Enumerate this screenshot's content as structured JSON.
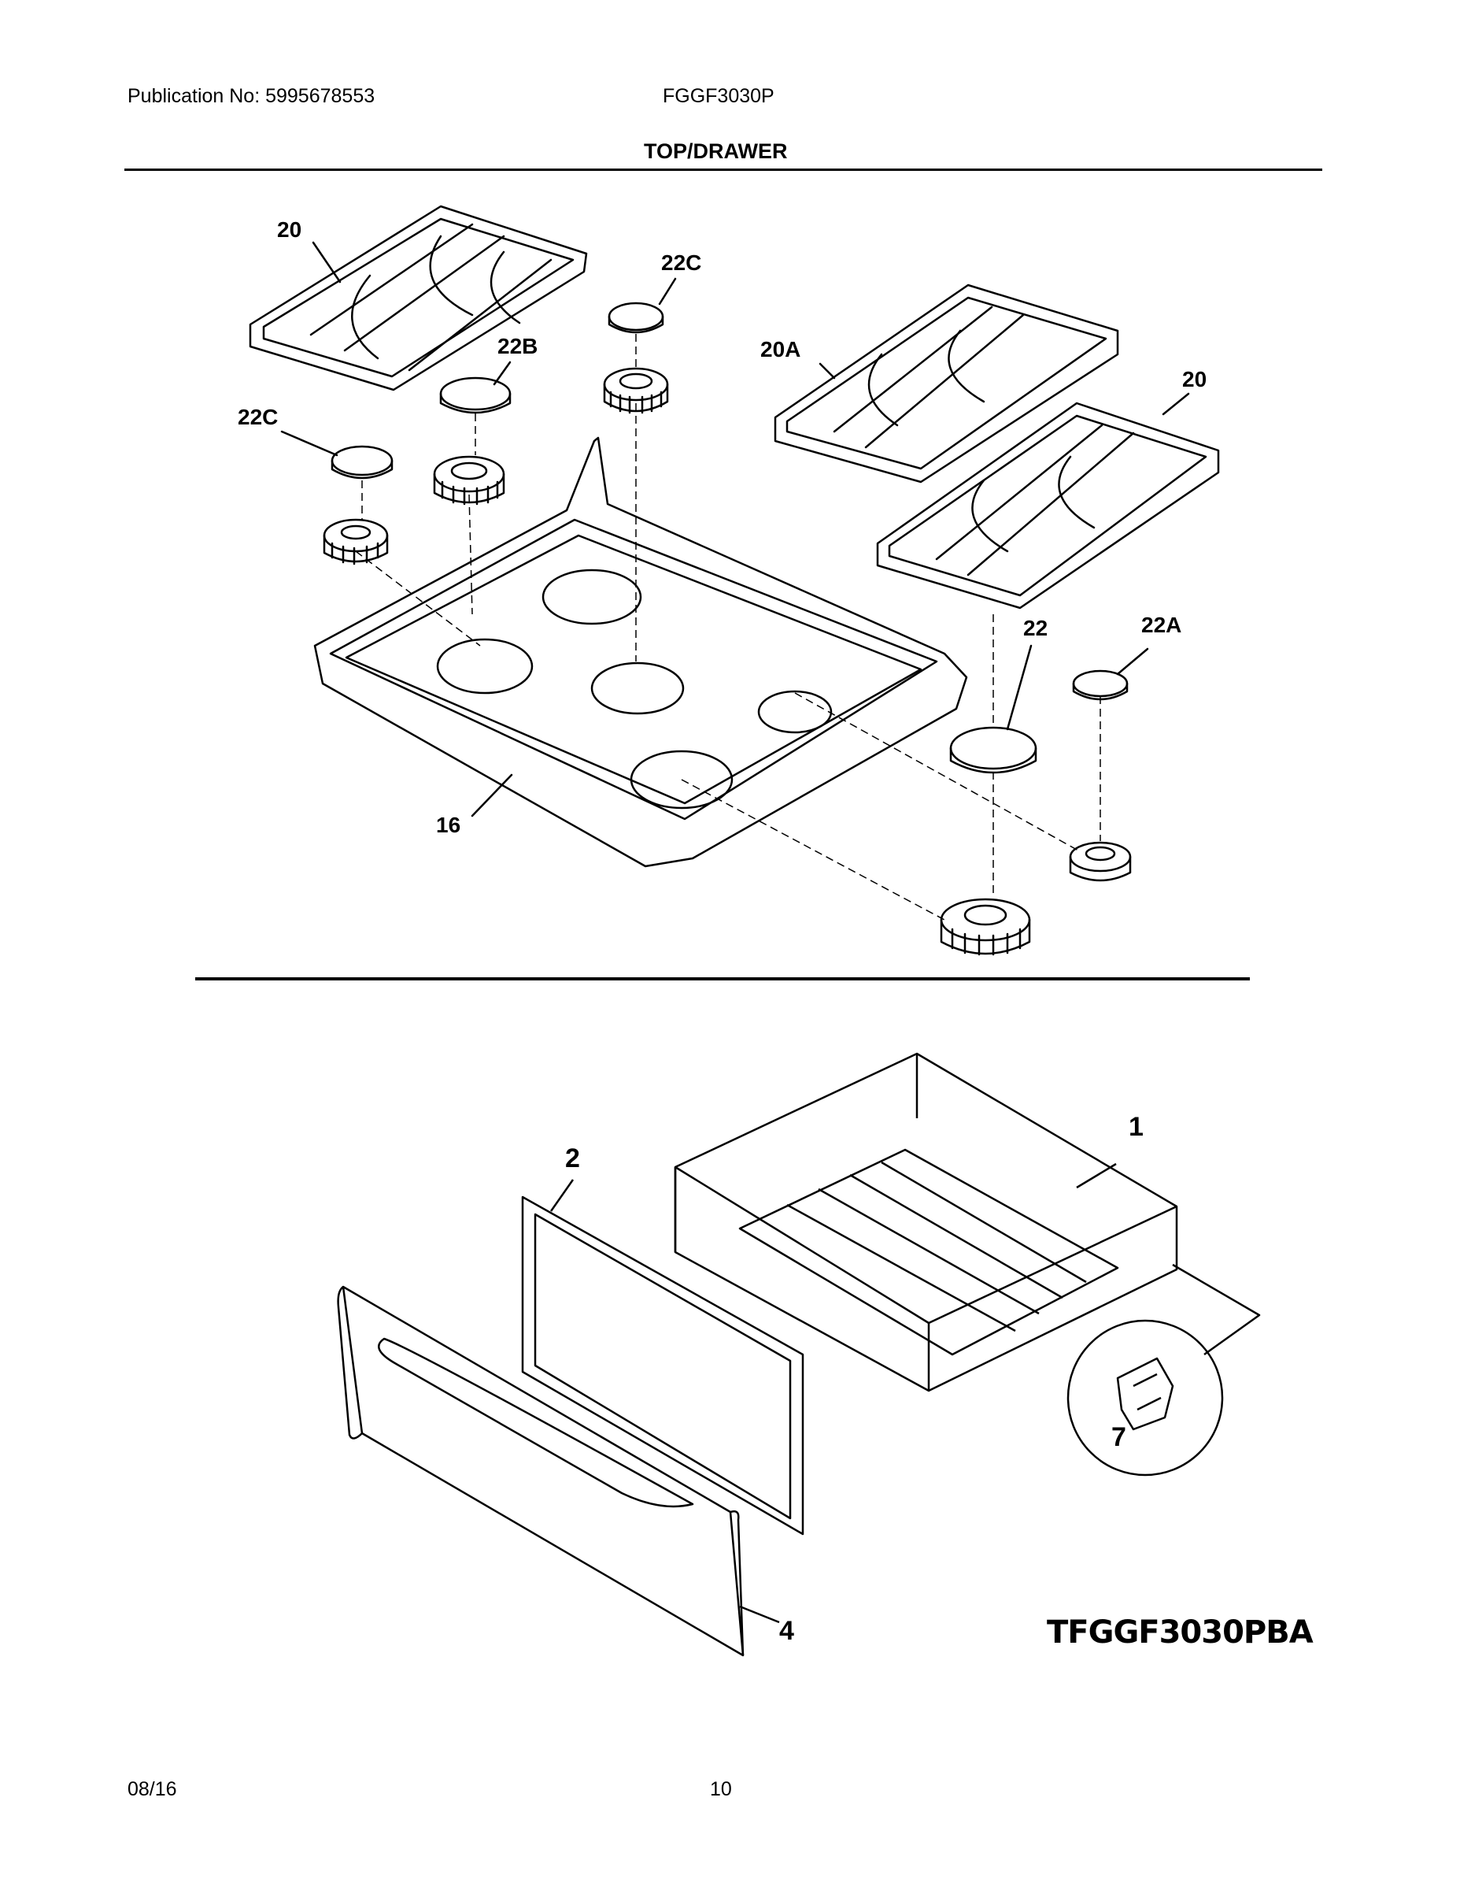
{
  "header": {
    "publication_label": "Publication No: 5995678553",
    "model": "FGGF3030P",
    "section_title": "TOP/DRAWER"
  },
  "top_section": {
    "callouts": [
      {
        "id": "20",
        "label": "20"
      },
      {
        "id": "22C-top",
        "label": "22C"
      },
      {
        "id": "22B",
        "label": "22B"
      },
      {
        "id": "22C-left",
        "label": "22C"
      },
      {
        "id": "20A",
        "label": "20A"
      },
      {
        "id": "20-right",
        "label": "20"
      },
      {
        "id": "16",
        "label": "16"
      },
      {
        "id": "22",
        "label": "22"
      },
      {
        "id": "22A",
        "label": "22A"
      }
    ]
  },
  "drawer_section": {
    "callouts": [
      {
        "id": "1",
        "label": "1"
      },
      {
        "id": "2",
        "label": "2"
      },
      {
        "id": "4",
        "label": "4"
      },
      {
        "id": "7",
        "label": "7"
      }
    ],
    "drawing_id": "TFGGF3030PBA"
  },
  "footer": {
    "date": "08/16",
    "page": "10"
  }
}
